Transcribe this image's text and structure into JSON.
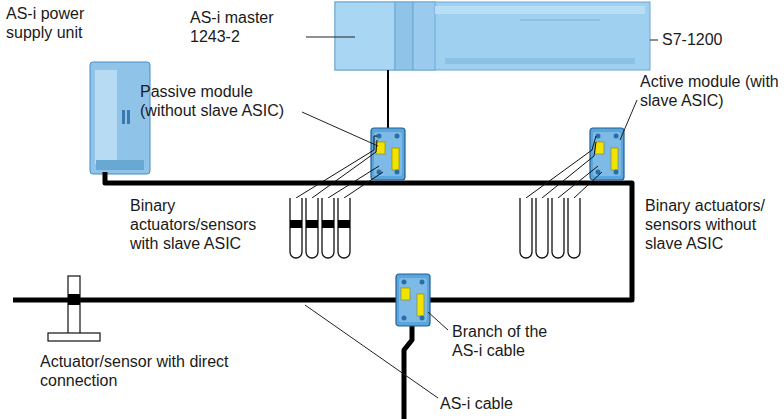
{
  "diagram": {
    "labels": [
      "AS-i power supply unit",
      "AS-i master 1243-2",
      "S7-1200",
      "Passive module (without slave ASIC)",
      "Active module (with slave ASIC)",
      "Binary actuators/sensors with slave ASIC",
      "Binary actuators/ sensors without slave ASIC",
      "Branch of the AS-i cable",
      "Actuator/sensor with direct connection",
      "AS-i cable"
    ]
  }
}
